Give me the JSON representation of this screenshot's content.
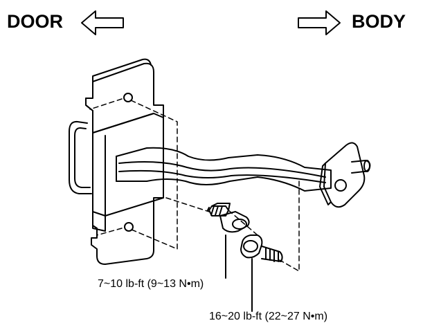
{
  "labels": {
    "door": "DOOR",
    "body": "BODY",
    "torque_upper": "7~10 lb-ft (9~13 N•m)",
    "torque_lower": "16~20 lb-ft (22~27 N•m)"
  },
  "colors": {
    "ink": "#000000",
    "paper": "#ffffff"
  },
  "icons": {
    "left_arrow": "hollow-left-arrow-icon",
    "right_arrow": "hollow-right-arrow-icon"
  }
}
